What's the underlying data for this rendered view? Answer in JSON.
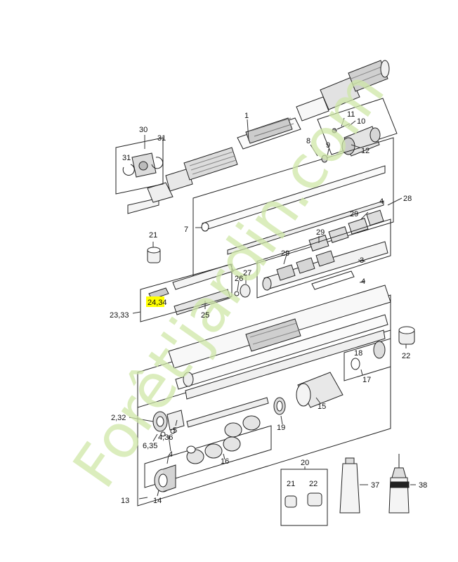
{
  "watermark": "Forêt'jardin.com",
  "highlighted_label": "24,34",
  "labels": [
    {
      "id": "l1",
      "text": "1"
    },
    {
      "id": "l3",
      "text": "3"
    },
    {
      "id": "l4a",
      "text": "4"
    },
    {
      "id": "l4b",
      "text": "4"
    },
    {
      "id": "l4c",
      "text": "4"
    },
    {
      "id": "l436",
      "text": "4,36"
    },
    {
      "id": "l5",
      "text": "5"
    },
    {
      "id": "l635",
      "text": "6,35"
    },
    {
      "id": "l7",
      "text": "7"
    },
    {
      "id": "l8",
      "text": "8"
    },
    {
      "id": "l9",
      "text": "9"
    },
    {
      "id": "l10",
      "text": "10"
    },
    {
      "id": "l11",
      "text": "11"
    },
    {
      "id": "l12",
      "text": "12"
    },
    {
      "id": "l13",
      "text": "13"
    },
    {
      "id": "l14",
      "text": "14"
    },
    {
      "id": "l15",
      "text": "15"
    },
    {
      "id": "l16",
      "text": "16"
    },
    {
      "id": "l17",
      "text": "17"
    },
    {
      "id": "l18",
      "text": "18"
    },
    {
      "id": "l19",
      "text": "19"
    },
    {
      "id": "l20",
      "text": "20"
    },
    {
      "id": "l21a",
      "text": "21"
    },
    {
      "id": "l21b",
      "text": "21"
    },
    {
      "id": "l22a",
      "text": "22"
    },
    {
      "id": "l22b",
      "text": "22"
    },
    {
      "id": "l2333",
      "text": "23,33"
    },
    {
      "id": "l25",
      "text": "25"
    },
    {
      "id": "l26",
      "text": "26"
    },
    {
      "id": "l27",
      "text": "27"
    },
    {
      "id": "l28",
      "text": "28"
    },
    {
      "id": "l29a",
      "text": "29"
    },
    {
      "id": "l29b",
      "text": "29"
    },
    {
      "id": "l29c",
      "text": "29"
    },
    {
      "id": "l30",
      "text": "30"
    },
    {
      "id": "l31a",
      "text": "31"
    },
    {
      "id": "l31b",
      "text": "31"
    },
    {
      "id": "l232",
      "text": "2,32"
    },
    {
      "id": "l37",
      "text": "37"
    },
    {
      "id": "l38",
      "text": "38"
    }
  ]
}
